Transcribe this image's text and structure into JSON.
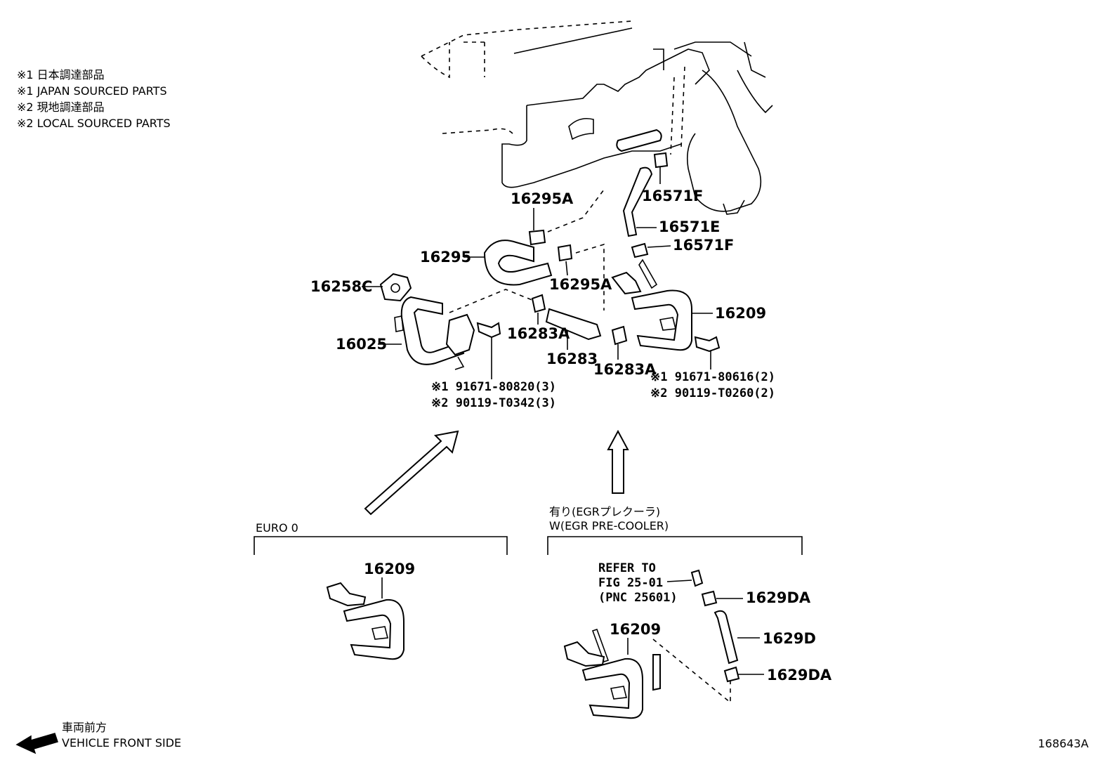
{
  "legend": [
    "※1 日本調達部品",
    "※1 JAPAN SOURCED PARTS",
    "※2 現地調達部品",
    "※2 LOCAL SOURCED PARTS"
  ],
  "part_labels": {
    "p16295A_top": "16295A",
    "p16571F_top": "16571F",
    "p16571E": "16571E",
    "p16571F_mid": "16571F",
    "p16295": "16295",
    "p16295A_mid": "16295A",
    "p16258C": "16258C",
    "p16209_main": "16209",
    "p16025": "16025",
    "p16283A_left": "16283A",
    "p16283": "16283",
    "p16283A_right": "16283A",
    "bolt_left_1": "※1 91671-80820(3)",
    "bolt_left_2": "※2 90119-T0342(3)",
    "bolt_right_1": "※1 91671-80616(2)",
    "bolt_right_2": "※2 90119-T0260(2)",
    "p16209_euro": "16209",
    "p16209_egr": "16209",
    "p1629DA_top": "1629DA",
    "p1629D": "1629D",
    "p1629DA_bottom": "1629DA"
  },
  "variants": {
    "euro": "EURO 0",
    "egr_jp": "有り(EGRプレクーラ)",
    "egr_en": "W(EGR PRE-COOLER)"
  },
  "refer": {
    "line1": "REFER TO",
    "line2": "FIG 25-01",
    "line3": "(PNC 25601)"
  },
  "front": {
    "jp": "車両前方",
    "en": "VEHICLE FRONT SIDE"
  },
  "figure_id": "168643A"
}
